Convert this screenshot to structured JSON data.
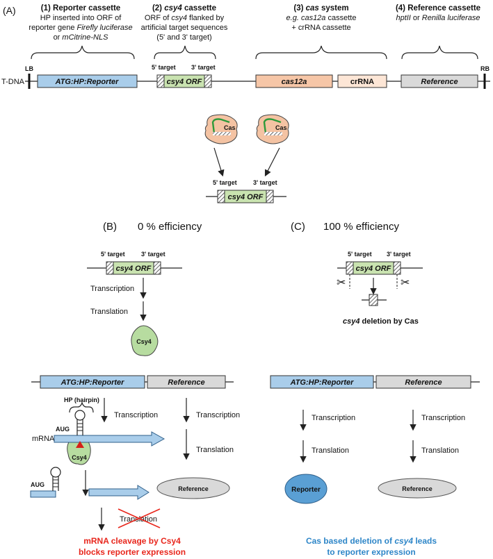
{
  "panel_a": {
    "label": "(A)",
    "cassettes": {
      "reporter": {
        "title": "(1) Reporter cassette",
        "desc1": "HP inserted into ORF of",
        "desc2_pre": "reporter gene ",
        "desc2_italic": "Firefly luciferase",
        "desc3_pre": "or ",
        "desc3_italic": "mCitrine-NLS"
      },
      "csy4": {
        "title_pre": "(2) ",
        "title_italic": "csy4",
        "title_post": " cassette",
        "desc1_pre": "ORF of ",
        "desc1_italic": "csy4",
        "desc1_post": " flanked by",
        "desc2": "artificial target sequences",
        "desc3": "(5' and 3' target)"
      },
      "cas": {
        "title_pre": "(3) ",
        "title_italic": "cas",
        "title_post": " system",
        "desc1_italic": "e.g. cas12a",
        "desc1_post": " cassette",
        "desc2": "+ crRNA cassette"
      },
      "reference": {
        "title": "(4) Reference cassette",
        "desc1_italic": "hptII",
        "desc1_mid": " or ",
        "desc1_italic2": "Renilla luciferase"
      }
    },
    "tdna_label": "T-DNA",
    "lb": "LB",
    "rb": "RB",
    "boxes": {
      "reporter": "ATG:HP:Reporter",
      "csy4_orf": "csy4 ORF",
      "cas12a": "cas12a",
      "crrna": "crRNA",
      "reference": "Reference"
    },
    "five_target": "5' target",
    "three_target": "3' target"
  },
  "cas_complex": {
    "cas_label": "Cas",
    "five_target": "5' target",
    "three_target": "3' target",
    "orf": "csy4 ORF"
  },
  "panel_b": {
    "label": "(B)",
    "title": "0 % efficiency",
    "five_target": "5' target",
    "three_target": "3' target",
    "orf": "csy4 ORF",
    "transcription": "Transcription",
    "translation": "Translation",
    "csy4_protein": "Csy4",
    "reporter_box": "ATG:HP:Reporter",
    "reference_box": "Reference",
    "hp_label": "HP (hairpin)",
    "mrna_label": "mRNA",
    "aug1": "AUG",
    "aug2": "AUG",
    "csy4_bound": "Csy4",
    "transcription2": "Transcription",
    "transcription3": "Transcription",
    "translation2": "Translation",
    "reference_protein": "Reference",
    "translation_crossed": "Translation",
    "conclusion1": "mRNA cleavage by Csy4",
    "conclusion2": "blocks reporter expression",
    "conclusion_color": "#e8261c"
  },
  "panel_c": {
    "label": "(C)",
    "title": "100 % efficiency",
    "five_target": "5' target",
    "three_target": "3' target",
    "orf": "csy4 ORF",
    "deletion_italic": "csy4",
    "deletion_text": " deletion by Cas",
    "reporter_box": "ATG:HP:Reporter",
    "reference_box": "Reference",
    "transcription1": "Transcription",
    "transcription2": "Transcription",
    "translation1": "Translation",
    "translation2": "Translation",
    "reporter_protein": "Reporter",
    "reference_protein": "Reference",
    "conclusion1_pre": "Cas based deletion of ",
    "conclusion1_italic": "csy4",
    "conclusion1_post": " leads",
    "conclusion2": "to reporter expression",
    "conclusion_color": "#2e86c8"
  },
  "colors": {
    "reporter_blue": "#a9cdea",
    "orf_green": "#c9e3b0",
    "cas12a_orange": "#f6c6a7",
    "crrna_peach": "#fde6d6",
    "reference_gray": "#d9d9d9",
    "cas_body": "#f4c3a3",
    "csy4_body": "#b7dca0",
    "reporter_protein": "#5a9fd4",
    "reference_protein": "#d9d9d9"
  }
}
